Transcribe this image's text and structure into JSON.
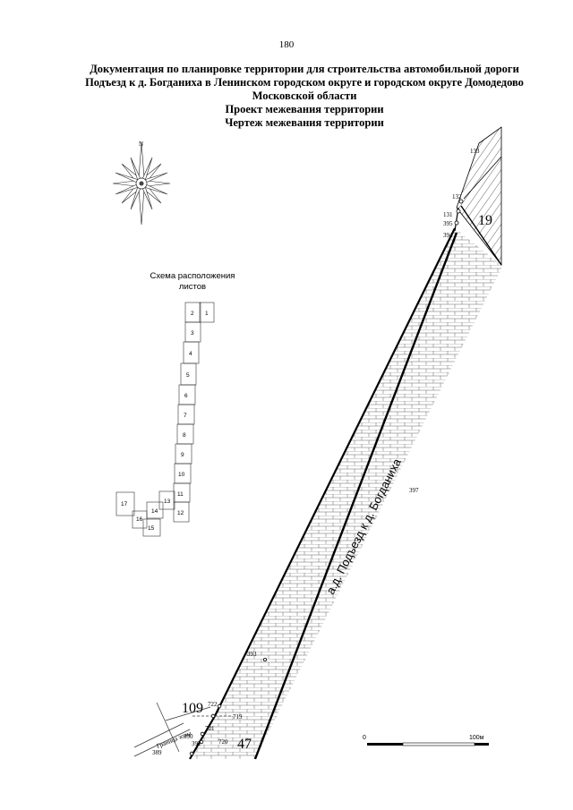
{
  "page": {
    "number": "180"
  },
  "title": {
    "line1": "Документация по планировке территории для строительства автомобильной дороги",
    "line2": "Подъезд к д. Богданиха в Ленинском городском округе и городском округе Домодедово",
    "line3": "Московской области",
    "line4": "Проект межевания территории",
    "line5": "Чертеж межевания территории"
  },
  "compass": {
    "north_label": "N"
  },
  "sheet_layout": {
    "caption_line1": "Схема расположения",
    "caption_line2": "листов",
    "sheets": [
      "1",
      "2",
      "3",
      "4",
      "5",
      "6",
      "7",
      "8",
      "9",
      "10",
      "11",
      "12",
      "13",
      "14",
      "15",
      "16",
      "17"
    ]
  },
  "map": {
    "road_label": "а.д. Подъезд к д. Богданиха",
    "point_numbers": [
      "133",
      "132",
      "131",
      "395",
      "394",
      "397",
      "393",
      "722",
      "719",
      "721",
      "720",
      "390",
      "392",
      "389"
    ],
    "parcel_numbers": [
      "19",
      "109",
      "47"
    ],
    "small_label": "Граница зоны"
  },
  "scale_bar": {
    "start": "0",
    "end": "100м"
  }
}
